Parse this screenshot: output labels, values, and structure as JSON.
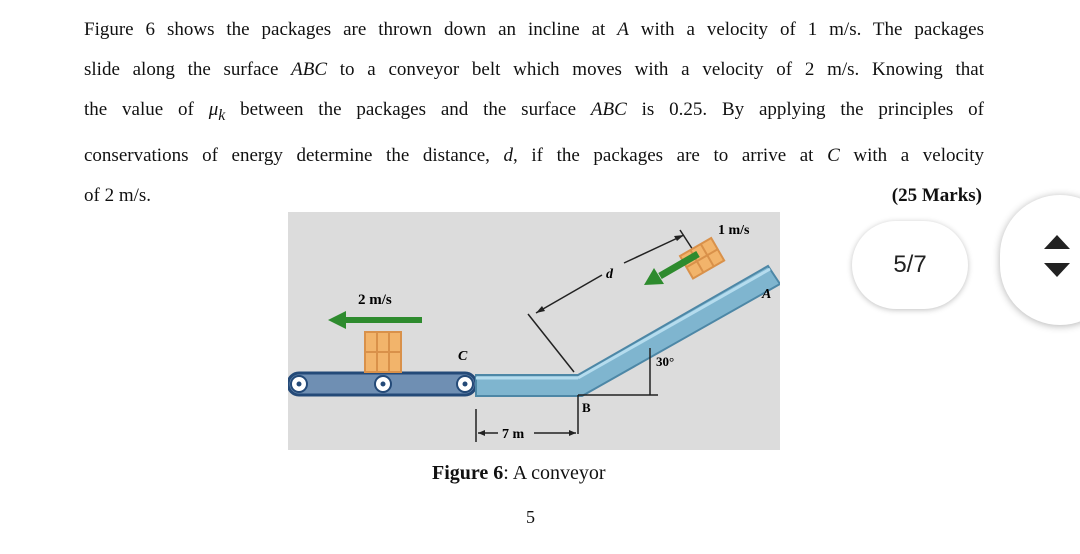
{
  "problem": {
    "line1_a": "Figure 6 shows the packages are thrown down an incline at ",
    "line1_b": "A",
    "line1_c": " with a velocity of 1 m/s. The packages",
    "line2_a": "slide along the surface ",
    "line2_b": "ABC",
    "line2_c": " to a conveyor belt which moves with a velocity of 2 m/s. Knowing that",
    "line3_a": "the value of ",
    "line3_mu": "μ",
    "line3_k": "k",
    "line3_b": " between the packages and the surface ",
    "line3_c": "ABC",
    "line3_d": " is 0.25. By applying the principles of",
    "line4_a": "conservations of energy determine the distance, ",
    "line4_b": "d",
    "line4_c": ", if the packages are to arrive at ",
    "line4_d": "C",
    "line4_e": " with a velocity",
    "line5": "of 2 m/s.",
    "marks": "(25 Marks)"
  },
  "figure": {
    "label_1ms": "1 m/s",
    "label_2ms": "2 m/s",
    "label_d": "d",
    "label_A": "A",
    "label_B": "B",
    "label_C": "C",
    "label_angle": "30°",
    "label_7m": "7 m",
    "colors": {
      "background": "#dcdcdc",
      "surface": "#7fb5cf",
      "arrow": "#2e8b2e",
      "package": "#f2b46b"
    }
  },
  "caption": {
    "bold": "Figure 6",
    "rest": ": A conveyor"
  },
  "page_number": "5",
  "viewer": {
    "page_indicator": "5/7",
    "scroll_up_icon": "triangle-up-icon",
    "scroll_down_icon": "triangle-down-icon"
  }
}
